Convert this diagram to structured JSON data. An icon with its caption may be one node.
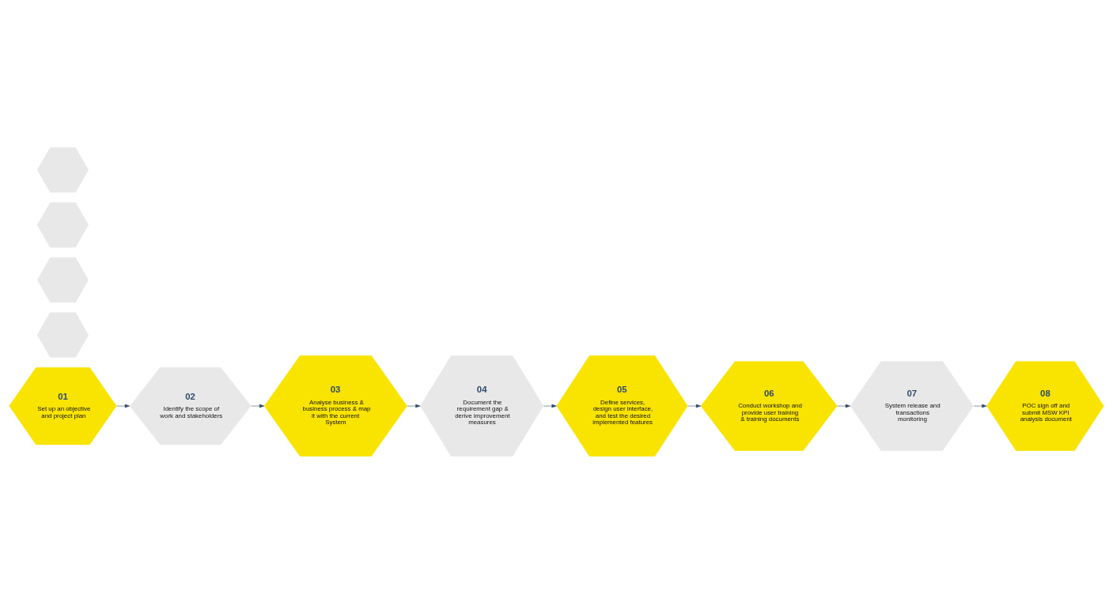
{
  "diagram": {
    "nodes": [
      {
        "text": [
          "01",
          "Set up an objective and project plan"
        ]
      },
      {
        "text": [
          "02",
          "Identify the scope of work and stakeholders"
        ]
      },
      {
        "text": [
          "03",
          "Analyse business & business process & map it with the current  System"
        ]
      },
      {
        "text": [
          "04",
          "Document the requirement gap & derive improvement measures"
        ]
      },
      {
        "text": [
          "05",
          "Define services, design user interface, and test the desired implemented features"
        ]
      },
      {
        "text": [
          "06",
          "Conduct workshop and provide user training & training documents"
        ]
      },
      {
        "text": [
          "07",
          "System release and transactions monitoring"
        ]
      },
      {
        "text": [
          "08",
          "POC sign off and submit MSW KPI analysis document"
        ]
      },
      {
        "text": [],
        "shape": "hexagon"
      },
      {
        "text": [],
        "shape": "hexagon"
      },
      {
        "text": [],
        "shape": "hexagon"
      },
      {
        "text": [],
        "shape": "hexagon"
      }
    ],
    "edges": [
      {
        "from": 0,
        "to": 1,
        "arrow": "to"
      },
      {
        "from": 1,
        "to": 2,
        "arrow": "to"
      },
      {
        "from": 2,
        "to": 3,
        "arrow": "to"
      },
      {
        "from": 3,
        "to": 4,
        "arrow": "to"
      },
      {
        "from": 4,
        "to": 5,
        "arrow": "to"
      },
      {
        "from": 5,
        "to": 6,
        "arrow": "to"
      },
      {
        "from": 6,
        "to": 7,
        "arrow": "to"
      }
    ]
  }
}
